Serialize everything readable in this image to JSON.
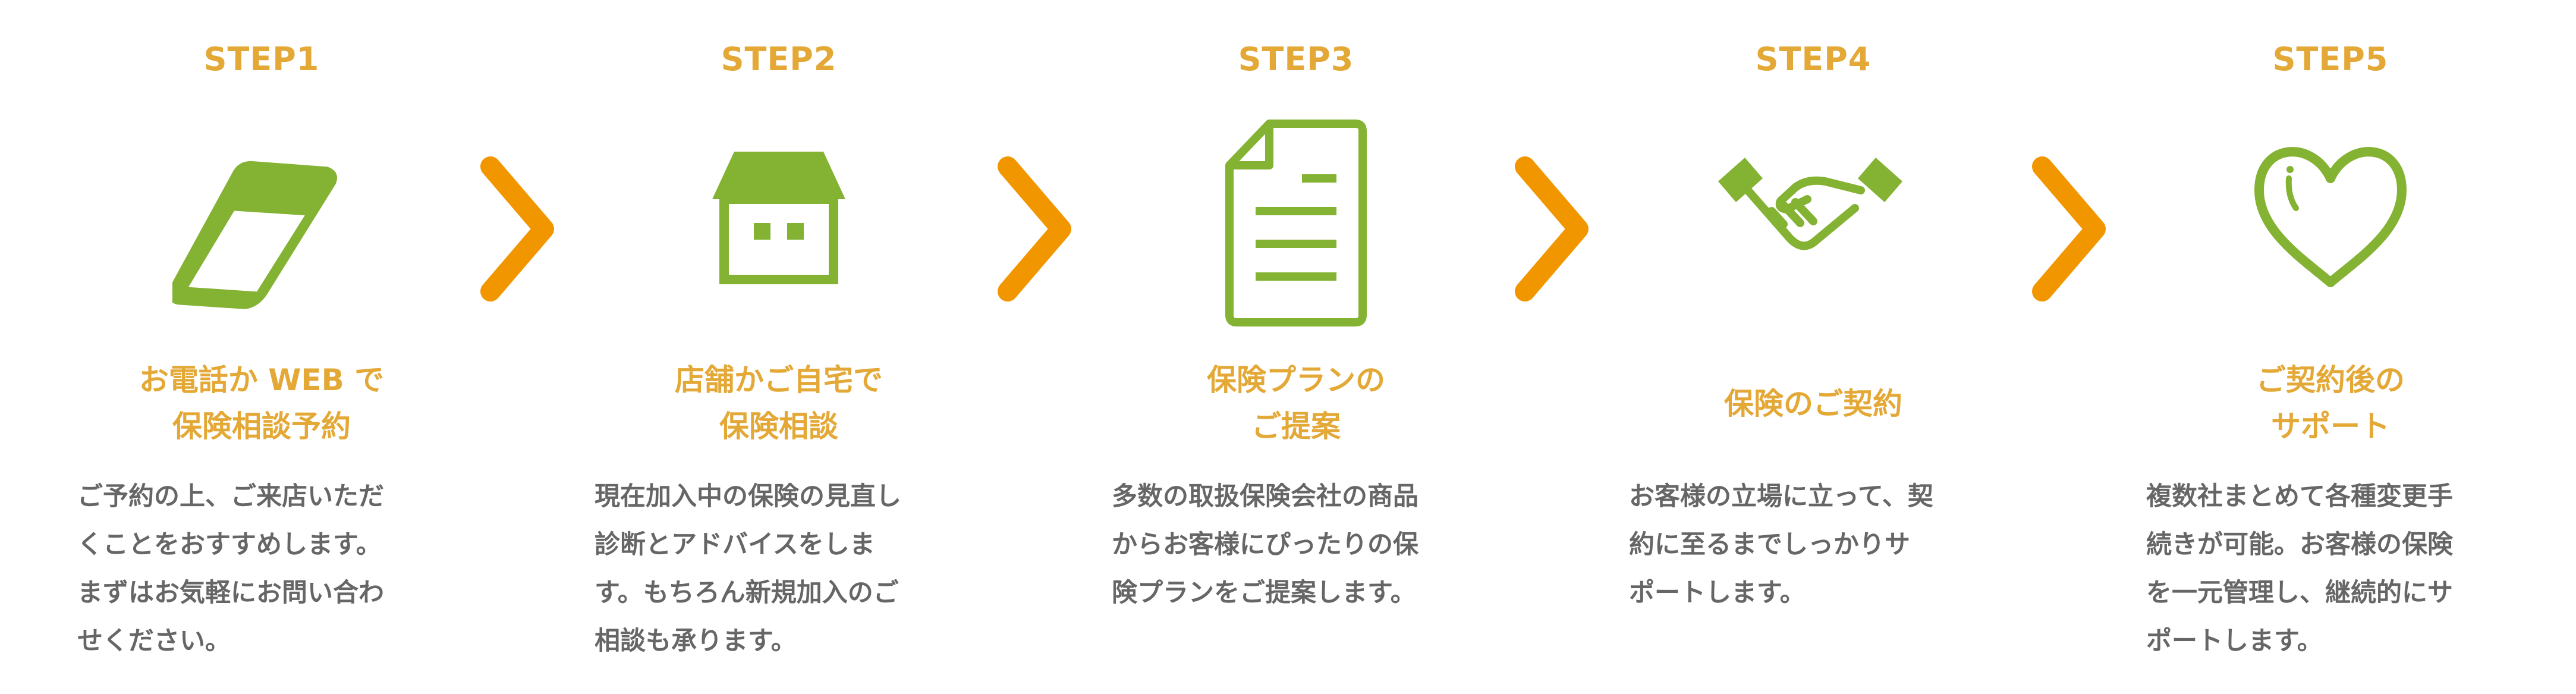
{
  "accent_color": "#E3A835",
  "icon_color": "#84B232",
  "arrow_color": "#F29600",
  "text_color": "#666666",
  "steps": [
    {
      "label": "STEP1",
      "icon": "smartphone-icon",
      "title": [
        "お電話か WEB で",
        "保険相談予約"
      ],
      "body": [
        "ご予約の上、ご来店いただ",
        "くことをおすすめします。",
        "まずはお気軽にお問い合わ",
        "せください。"
      ]
    },
    {
      "label": "STEP2",
      "icon": "house-icon",
      "title": [
        "店舗かご自宅で",
        "保険相談"
      ],
      "body": [
        "現在加入中の保険の見直し",
        "診断とアドバイスをしま",
        "す。もちろん新規加入のご",
        "相談も承ります。"
      ]
    },
    {
      "label": "STEP3",
      "icon": "document-icon",
      "title": [
        "保険プランの",
        "ご提案"
      ],
      "body": [
        "多数の取扱保険会社の商品",
        "からお客様にぴったりの保",
        "険プランをご提案します。"
      ]
    },
    {
      "label": "STEP4",
      "icon": "handshake-icon",
      "title": [
        "保険のご契約"
      ],
      "body": [
        "お客様の立場に立って、契",
        "約に至るまでしっかりサ",
        "ポートします。"
      ]
    },
    {
      "label": "STEP5",
      "icon": "heart-icon",
      "title": [
        "ご契約後の",
        "サポート"
      ],
      "body": [
        "複数社まとめて各種変更手",
        "続きが可能。お客様の保険",
        "を一元管理し、継続的にサ",
        "ポートします。"
      ]
    }
  ]
}
